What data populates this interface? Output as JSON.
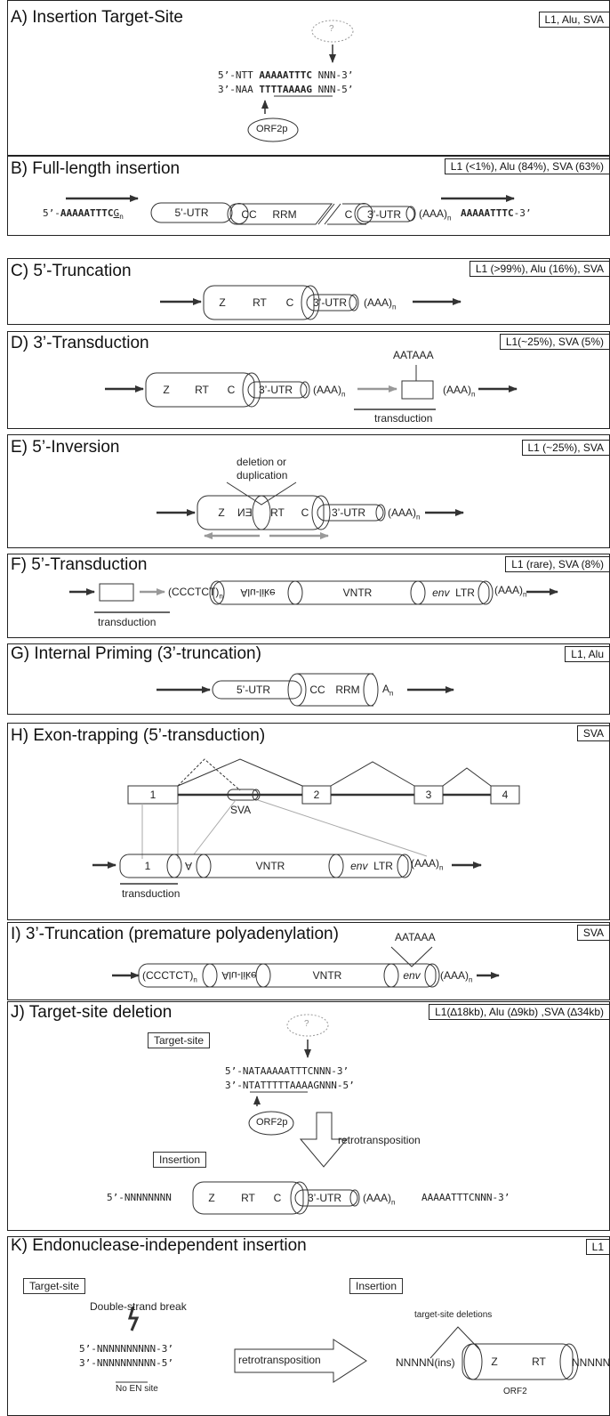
{
  "panels": {
    "A": {
      "title": "A) Insertion Target-Site",
      "tag": "L1, Alu, SVA",
      "q": "?",
      "seq1_pre": "5’-NTT ",
      "seq1_bold": "AAAAATTTC",
      "seq1_post": " NNN-3’",
      "seq2_pre": "3’-NAA ",
      "seq2_bold": "TTTTAAAAG",
      "seq2_post": " NNN-5’",
      "enzyme": "ORF2p"
    },
    "B": {
      "title": "B) Full-length insertion",
      "tag": "L1 (<1%), Alu (84%), SVA (63%)",
      "left_pre": "5’-",
      "left_bold": "AAAAATTTC",
      "left_g": "G",
      "left_sub": "n",
      "utr5": "5’-UTR",
      "cc": "CC",
      "rrm": "RRM",
      "c": "C",
      "utr3": "3’-UTR",
      "polyA": "(AAA)",
      "polyA_sub": "n",
      "right_bold": "AAAAATTTC",
      "right_post": "-3’"
    },
    "C": {
      "title": "C) 5’-Truncation",
      "tag": "L1 (>99%), Alu (16%), SVA",
      "z": "Z",
      "rt": "RT",
      "c": "C",
      "utr3": "3’-UTR",
      "polyA": "(AAA)",
      "polyA_sub": "n"
    },
    "D": {
      "title": "D) 3’-Transduction",
      "tag": "L1(~25%), SVA (5%)",
      "z": "Z",
      "rt": "RT",
      "c": "C",
      "utr3": "3’-UTR",
      "polyA": "(AAA)",
      "polyA_sub": "n",
      "signal": "AATAAA",
      "polyA2": "(AAA)",
      "polyA2_sub": "n",
      "transduction": "transduction"
    },
    "E": {
      "title": "E) 5’-Inversion",
      "tag": "L1 (~25%), SVA",
      "del_label1": "deletion or",
      "del_label2": "duplication",
      "z": "Z",
      "en": "EN",
      "rt": "RT",
      "c": "C",
      "utr3": "3’-UTR",
      "polyA": "(AAA)",
      "polyA_sub": "n"
    },
    "F": {
      "title": "F) 5’-Transduction",
      "tag": "L1 (rare), SVA (8%)",
      "hex": "(CCCTCT)",
      "hex_sub": "n",
      "alu": "Alu-like",
      "vntr": "VNTR",
      "env": "env",
      "ltr": "LTR",
      "polyA": "(AAA)",
      "polyA_sub": "n",
      "transduction": "transduction"
    },
    "G": {
      "title": "G) Internal Priming (3’-truncation)",
      "tag": "L1, Alu",
      "utr5": "5’-UTR",
      "cc": "CC",
      "rrm": "RRM",
      "a": "A",
      "a_sub": "n"
    },
    "H": {
      "title": "H) Exon-trapping (5’-transduction)",
      "tag": "SVA",
      "exons": [
        "1",
        "2",
        "3",
        "4"
      ],
      "sva": "SVA",
      "exon1": "1",
      "a": "A",
      "vntr": "VNTR",
      "env": "env",
      "ltr": "LTR",
      "polyA": "(AAA)",
      "polyA_sub": "n",
      "transduction": "transduction"
    },
    "I": {
      "title": "I) 3’-Truncation (premature polyadenylation)",
      "tag": "SVA",
      "signal": "AATAAA",
      "hex": "(CCCTCT)",
      "hex_sub": "n",
      "alu": "Alu-like",
      "vntr": "VNTR",
      "env": "env",
      "polyA": "(AAA)",
      "polyA_sub": "n"
    },
    "J": {
      "title": "J) Target-site deletion",
      "tag": "L1(∆18kb), Alu (∆9kb) ,SVA (∆34kb)",
      "target_label": "Target-site",
      "q": "?",
      "seq1": "5’-NATAAAAATTTCNNN-3’",
      "seq2": "3’-NTATTTTTAAAAGNNN-5’",
      "enzyme": "ORF2p",
      "arrow_label": "retrotransposition",
      "insertion_label": "Insertion",
      "ins_left": "5’-NNNNNNNN",
      "z": "Z",
      "rt": "RT",
      "c": "C",
      "utr3": "3’-UTR",
      "polyA": "(AAA)",
      "polyA_sub": "n",
      "ins_right": "AAAAATTTCNNN-3’"
    },
    "K": {
      "title": "K) Endonuclease-independent insertion",
      "tag": "L1",
      "target_label": "Target-site",
      "dsb": "Double-strand break",
      "seq1": "5’-NNNNNNNNNN-3’",
      "seq2": "3’-NNNNNNNNNN-5’",
      "no_en": "No EN site",
      "arrow_label": "retrotransposition",
      "insertion_label": "Insertion",
      "tsd_label": "target-site deletions",
      "left": "NNNNN(ins)",
      "z": "Z",
      "rt": "RT",
      "right": "NNNNN",
      "orf2": "ORF2"
    }
  }
}
